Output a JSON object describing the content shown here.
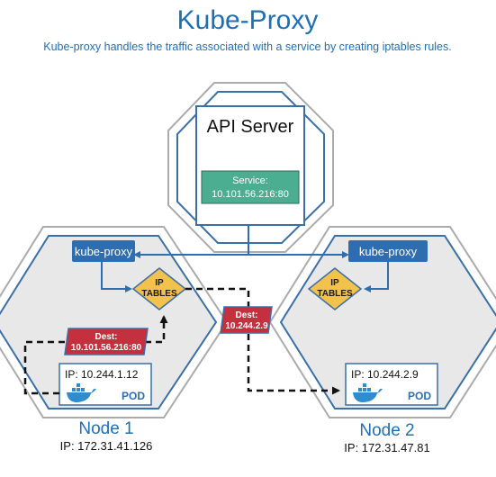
{
  "header": {
    "title": "Kube-Proxy",
    "subtitle": "Kube-proxy handles the traffic associated with a service by creating iptables rules."
  },
  "api_server": {
    "label": "API Server",
    "service_line1": "Service:",
    "service_line2": "10.101.56.216:80"
  },
  "node1": {
    "name": "Node 1",
    "ip": "IP: 172.31.41.126",
    "kube_proxy": "kube-proxy",
    "iptables_line1": "IP",
    "iptables_line2": "TABLES",
    "dest_line1": "Dest:",
    "dest_line2": "10.101.56.216:80",
    "pod_ip": "IP: 10.244.1.12",
    "pod_label": "POD"
  },
  "node2": {
    "name": "Node 2",
    "ip": "IP: 172.31.47.81",
    "kube_proxy": "kube-proxy",
    "iptables_line1": "IP",
    "iptables_line2": "TABLES",
    "pod_ip": "IP: 10.244.2.9",
    "pod_label": "POD"
  },
  "transit": {
    "dest_line1": "Dest:",
    "dest_line2": "10.244.2.9"
  },
  "colors": {
    "title": "#1f6fb6",
    "hex_fill": "#e6e6e6",
    "hex_stroke": "#3a6fa8",
    "kube_proxy": "#2f6db1",
    "service": "#4cae90",
    "iptables": "#f2c24c",
    "dest": "#c5303e",
    "pod_text": "#2f6db1",
    "docker": "#2f8ccf"
  }
}
